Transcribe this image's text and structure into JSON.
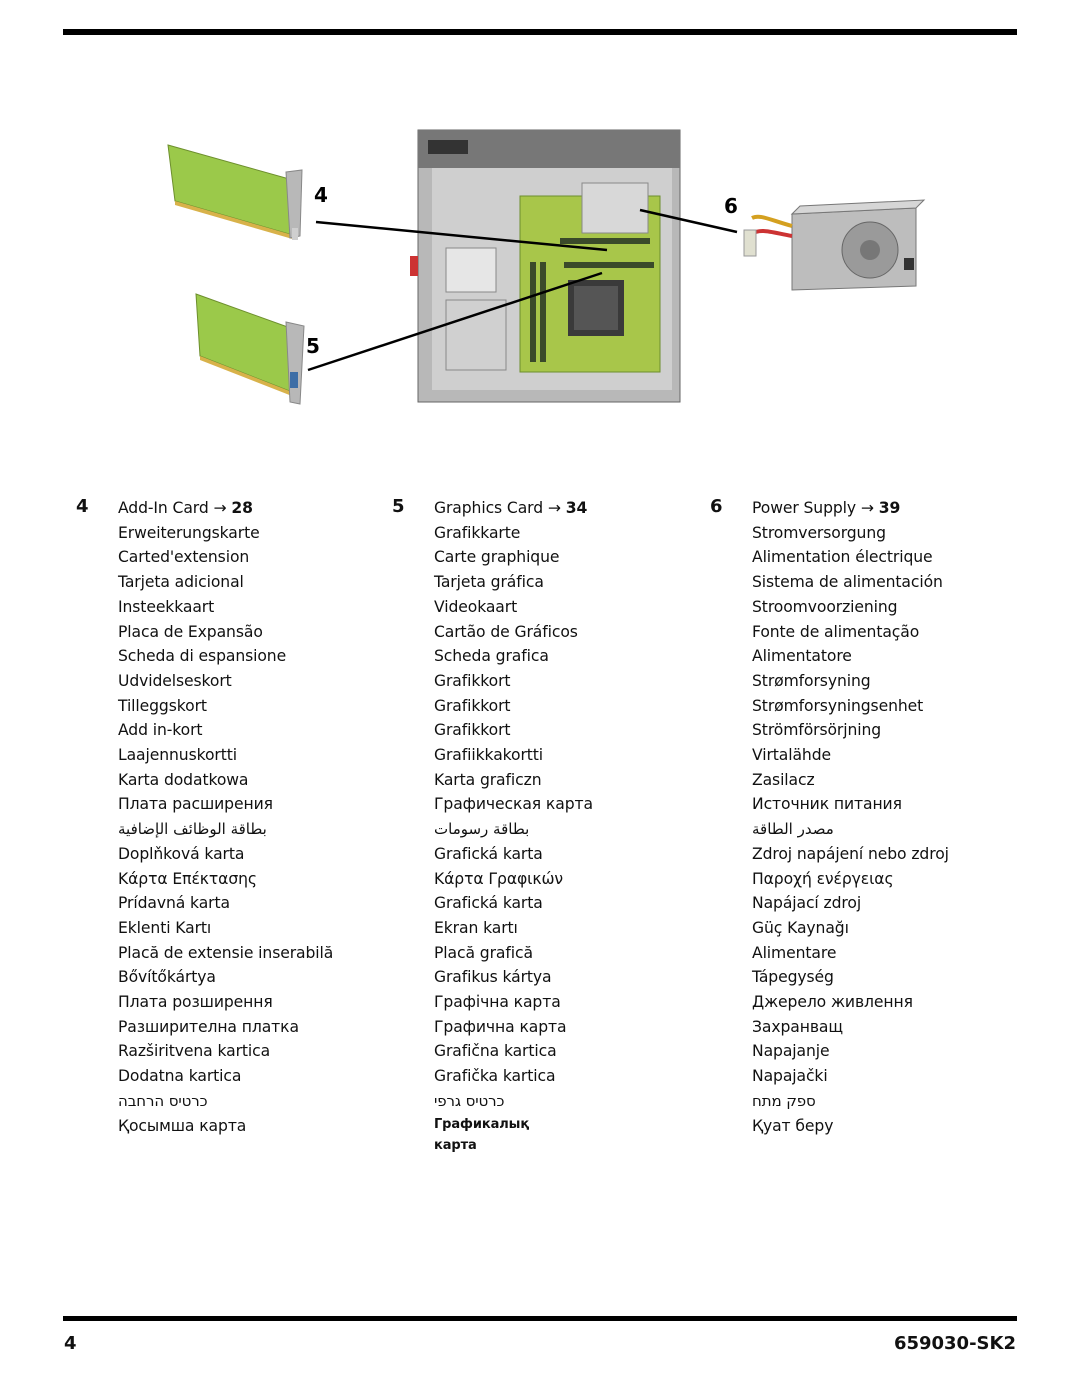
{
  "callouts": {
    "c4": "4",
    "c5": "5",
    "c6": "6"
  },
  "columns": [
    {
      "number": "4",
      "title": "Add-In Card",
      "arrow": "→",
      "page_ref": "28",
      "items": [
        "Erweiterungskarte",
        "Carted'extension",
        "Tarjeta adicional",
        "Insteekkaart",
        "Placa de Expansão",
        "Scheda di espansione",
        "Udvidelseskort",
        "Tilleggskort",
        "Add in-kort",
        "Laajennuskortti",
        "Karta dodatkowa",
        "Плата расширения",
        "بطاقة الوظائف الإضافية",
        "Doplňková karta",
        "Κάρτα Επέκτασης",
        "Prídavná karta",
        "Eklenti Kartı",
        "Placă de extensie inserabilă",
        "Bővítőkártya",
        "Плата розширення",
        "Разширителна платка",
        "Razširitvena kartica",
        "Dodatna kartica",
        "כרטיס הרחבה",
        "Қосымша карта"
      ]
    },
    {
      "number": "5",
      "title": "Graphics Card",
      "arrow": "→",
      "page_ref": "34",
      "items": [
        "Grafikkarte",
        "Carte graphique",
        "Tarjeta gráfica",
        "Videokaart",
        "Cartão de Gráficos",
        "Scheda grafica",
        "Grafikkort",
        "Grafikkort",
        "Grafikkort",
        "Grafiikkakortti",
        "Karta graficzn",
        "Графическая карта",
        "بطاقة رسومات",
        "Grafická karta",
        "Κάρτα Γραφικών",
        "Grafická karta",
        "Ekran kartı",
        "Placă grafică",
        "Grafikus kártya",
        "Графічна карта",
        "Графична карта",
        "Grafična kartica",
        "Grafička kartica",
        "כרטיס גרפי",
        "Графикалық",
        "карта"
      ]
    },
    {
      "number": "6",
      "title": "Power Supply",
      "arrow": "→",
      "page_ref": "39",
      "items": [
        "Stromversorgung",
        "Alimentation électrique",
        "Sistema de alimentación",
        "Stroomvoorziening",
        "Fonte de alimentação",
        "Alimentatore",
        "Strømforsyning",
        "Strømforsyningsenhet",
        "Strömförsörjning",
        "Virtalähde",
        "Zasilacz",
        "Источник питания",
        "مصدر الطاقة",
        "Zdroj napájení nebo zdroj",
        "Παροχή ενέργειας",
        "Napájací zdroj",
        "Güç Kaynağı",
        "Alimentare",
        "Tápegység",
        "Джерело живлення",
        "Захранващ",
        "Napajanje",
        "Napajački",
        "ספק מתח",
        "Қуат беру"
      ]
    }
  ],
  "footer": {
    "page_number": "4",
    "doc_code": "659030-SK2"
  },
  "colors": {
    "rule": "#000000",
    "card_green": "#9bc94a",
    "board_green": "#a8c64a",
    "chassis_gray": "#9a9a9a"
  }
}
